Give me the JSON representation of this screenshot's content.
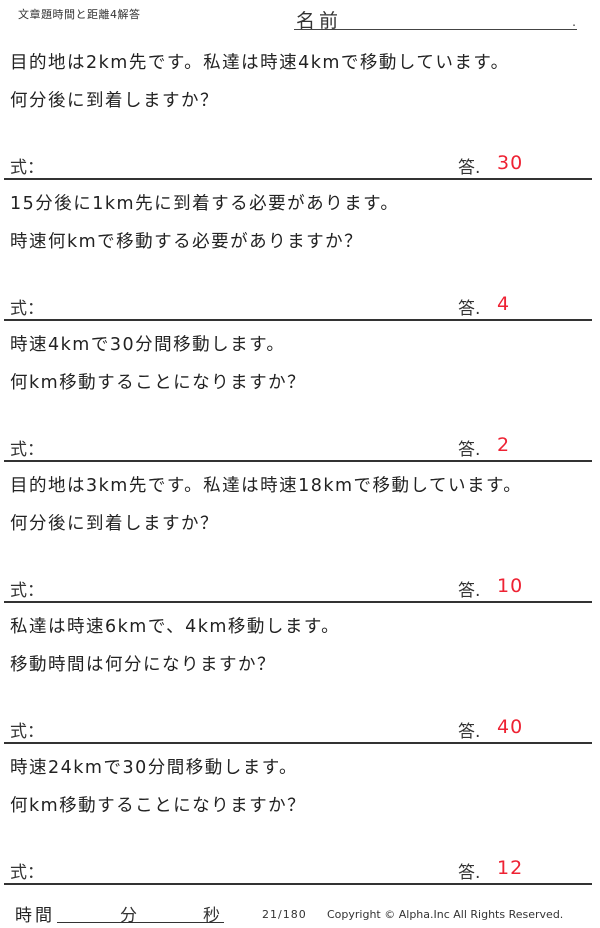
{
  "header": {
    "title": "文章題時間と距離4解答",
    "name_label": "名前",
    "name_dot": "."
  },
  "labels": {
    "formula": "式：",
    "answer": "答."
  },
  "problems": [
    {
      "line1": "目的地は2km先です。私達は時速4kmで移動しています。",
      "line2": "何分後に到着しますか？",
      "answer": "30"
    },
    {
      "line1": "15分後に1km先に到着する必要があります。",
      "line2": "時速何kmで移動する必要がありますか？",
      "answer": "4"
    },
    {
      "line1": "時速4kmで30分間移動します。",
      "line2": "何km移動することになりますか？",
      "answer": "2"
    },
    {
      "line1": "目的地は3km先です。私達は時速18kmで移動しています。",
      "line2": "何分後に到着しますか？",
      "answer": "10"
    },
    {
      "line1": "私達は時速6kmで、4km移動します。",
      "line2": "移動時間は何分になりますか？",
      "answer": "40"
    },
    {
      "line1": "時速24kmで30分間移動します。",
      "line2": "何km移動することになりますか？",
      "answer": "12"
    }
  ],
  "footer": {
    "time_label": "時間",
    "minutes_label": "分",
    "seconds_label": "秒",
    "page": "21/180",
    "copyright": "Copyright ©  Alpha.Inc All Rights Reserved."
  },
  "colors": {
    "answer": "#ee2233",
    "text": "#222222",
    "rule": "#333333"
  }
}
